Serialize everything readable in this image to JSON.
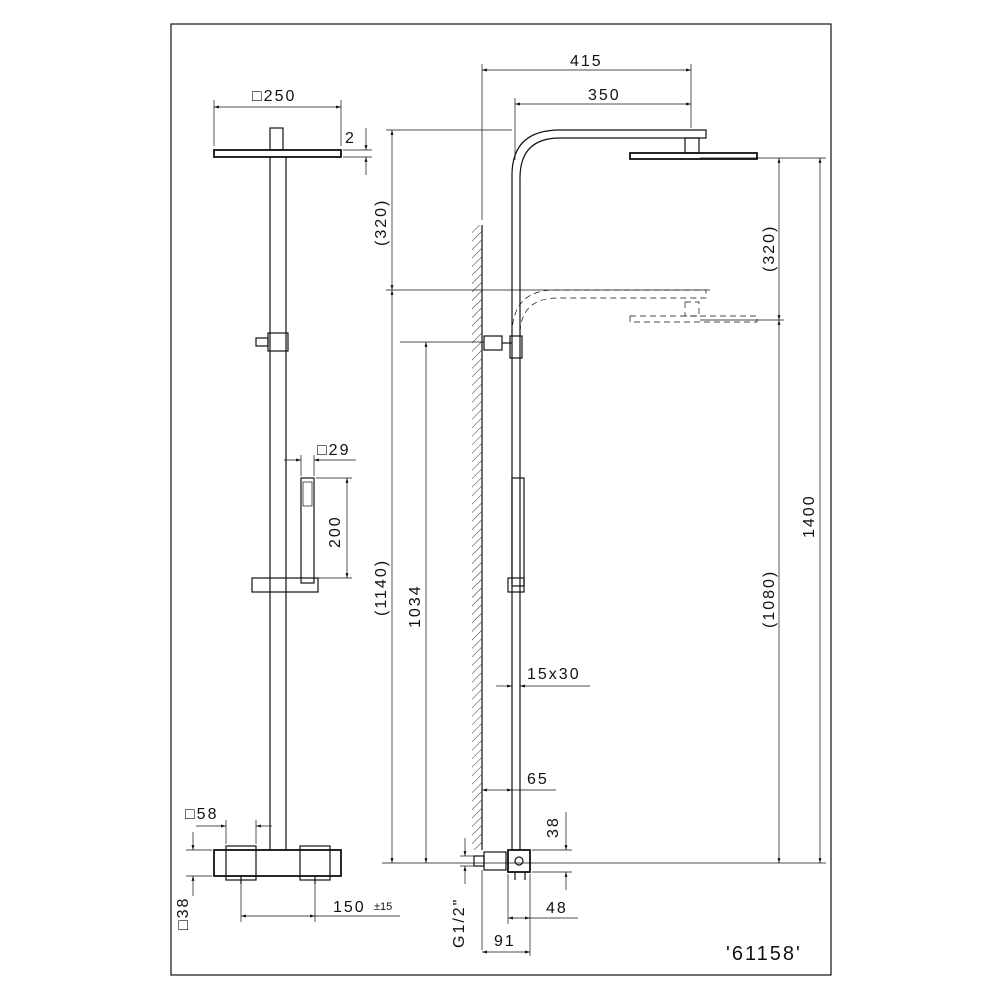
{
  "front_view": {
    "head_size": "□250",
    "head_thickness": "2",
    "handshower_width": "□29",
    "handshower_length": "200",
    "body_width": "□58",
    "pipe_size": "□38",
    "connection_spacing": "150",
    "connection_tolerance": "±15"
  },
  "side_view": {
    "arm_reach_total": "415",
    "arm_reach": "350",
    "adjust_left": "(320)",
    "adjust_right": "(320)",
    "height_left": "(1140)",
    "bracket_height": "1034",
    "height_right": "(1080)",
    "total_height": "1400",
    "pipe_section": "15x30",
    "wall_offset": "65",
    "inlet_height": "38",
    "thread": "G1/2\"",
    "body_depth": "48",
    "body_projection": "91"
  },
  "product_code": "'61158'"
}
